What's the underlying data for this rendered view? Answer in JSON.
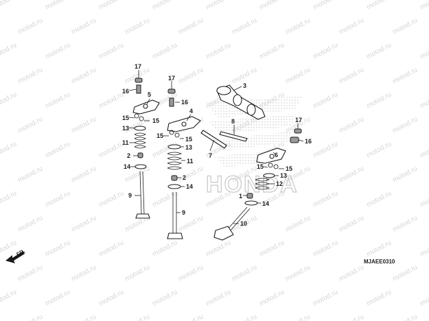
{
  "watermark": {
    "text": "motod.ru"
  },
  "brand": {
    "text": "HONDA"
  },
  "reference_code": "MJAEE0310",
  "front_indicator": {
    "label": "FR.",
    "icon": "front-arrow-icon"
  },
  "callouts": [
    {
      "id": "c17a",
      "label": "17"
    },
    {
      "id": "c16a",
      "label": "16"
    },
    {
      "id": "c5",
      "label": "5"
    },
    {
      "id": "c15a",
      "label": "15"
    },
    {
      "id": "c15b",
      "label": "15"
    },
    {
      "id": "c13a",
      "label": "13"
    },
    {
      "id": "c11a",
      "label": "11"
    },
    {
      "id": "c2a",
      "label": "2"
    },
    {
      "id": "c14a",
      "label": "14"
    },
    {
      "id": "c9a",
      "label": "9"
    },
    {
      "id": "c17b",
      "label": "17"
    },
    {
      "id": "c16b",
      "label": "16"
    },
    {
      "id": "c4",
      "label": "4"
    },
    {
      "id": "c15c",
      "label": "15"
    },
    {
      "id": "c15d",
      "label": "15"
    },
    {
      "id": "c13b",
      "label": "13"
    },
    {
      "id": "c11b",
      "label": "11"
    },
    {
      "id": "c2b",
      "label": "2"
    },
    {
      "id": "c14b",
      "label": "14"
    },
    {
      "id": "c9b",
      "label": "9"
    },
    {
      "id": "c3",
      "label": "3"
    },
    {
      "id": "c8",
      "label": "8"
    },
    {
      "id": "c7",
      "label": "7"
    },
    {
      "id": "c17c",
      "label": "17"
    },
    {
      "id": "c16c",
      "label": "16"
    },
    {
      "id": "c6",
      "label": "6"
    },
    {
      "id": "c15e",
      "label": "15"
    },
    {
      "id": "c15f",
      "label": "15"
    },
    {
      "id": "c13c",
      "label": "13"
    },
    {
      "id": "c12",
      "label": "12"
    },
    {
      "id": "c1",
      "label": "1"
    },
    {
      "id": "c14c",
      "label": "14"
    },
    {
      "id": "c10",
      "label": "10"
    }
  ]
}
